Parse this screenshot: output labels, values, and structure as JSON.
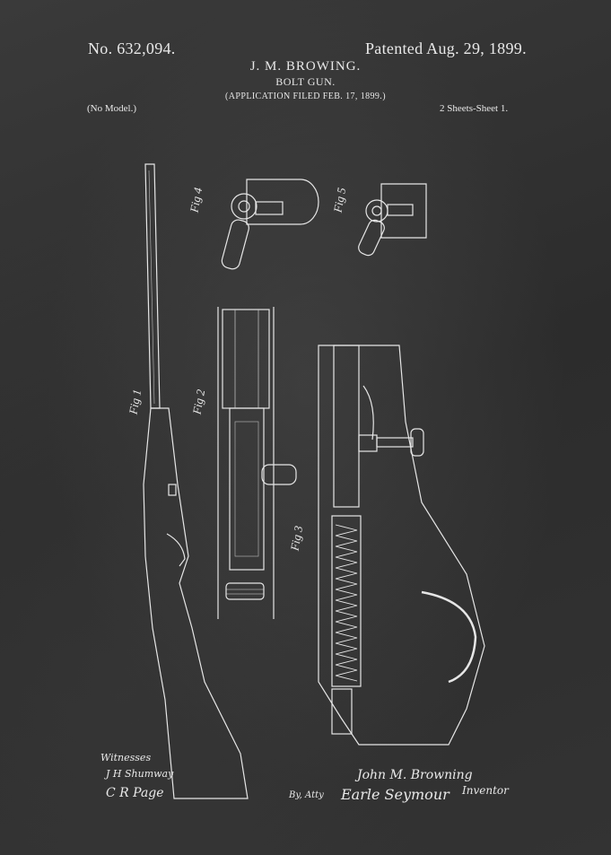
{
  "header": {
    "patent_number": "No. 632,094.",
    "patent_date": "Patented Aug. 29, 1899.",
    "inventor": "J. M. BROWING.",
    "title": "BOLT GUN.",
    "application": "(APPLICATION FILED FEB. 17, 1899.)",
    "model_note": "(No Model.)",
    "sheet_info": "2 Sheets-Sheet 1."
  },
  "figures": {
    "fig1": "Fig 1",
    "fig2": "Fig 2",
    "fig3": "Fig 3",
    "fig4": "Fig 4",
    "fig5": "Fig 5"
  },
  "signatures": {
    "witnesses_label": "Witnesses",
    "witness_1": "J H Shumway",
    "witness_2": "C R Page",
    "inventor_signature": "John M. Browning",
    "inventor_label": "Inventor",
    "attorney_prefix": "By, Atty",
    "attorney_signature": "Earle Seymour"
  },
  "colors": {
    "background": "#2f2f2f",
    "chalk": "#e9e9e9"
  }
}
